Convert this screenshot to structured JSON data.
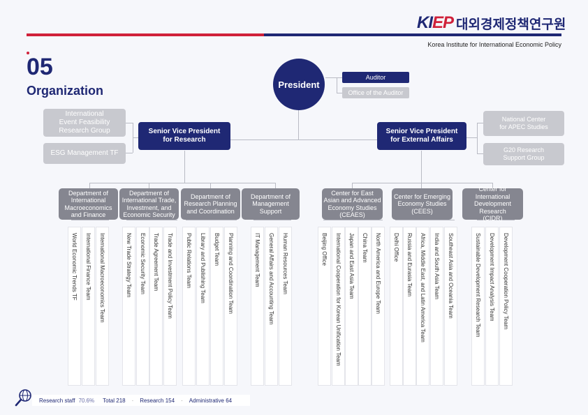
{
  "logo": {
    "mark_a": "KI",
    "mark_b": "EP",
    "korean": "대외경제정책연구원",
    "subtitle": "Korea Institute for International Economic Policy"
  },
  "section": {
    "number": "05",
    "title": "Organization"
  },
  "president": "President",
  "auditor": "Auditor",
  "office_auditor": "Office of the Auditor",
  "svp_research": "Senior Vice President\nfor Research",
  "svp_external": "Senior Vice President\nfor External Affairs",
  "left_side": {
    "event_group": "International\nEvent Feasibility\nResearch Group",
    "esg_tf": "ESG Management TF"
  },
  "right_side": {
    "apec": "National Center\nfor APEC Studies",
    "g20": "G20 Research\nSupport Group"
  },
  "departments": [
    {
      "name": "Department of\nInternational\nMacroeconomics\nand Finance",
      "teams": [
        "World Economic Trends TF",
        "International Finance Team",
        "International Macroeconomics Team"
      ]
    },
    {
      "name": "Department of\nInternational Trade,\nInvestment, and\nEconomic Security",
      "teams": [
        "New Trade Strategy Team",
        "Economic Security Team",
        "Trade Agreement Team",
        "Trade and Investment Policy Team"
      ]
    },
    {
      "name": "Department of\nResearch Planning\nand Coordination",
      "teams": [
        "Public Relations Team",
        "Library and Publishing Team",
        "Budget Team",
        "Planning and Coordination Team"
      ]
    },
    {
      "name": "Department of\nManagement\nSupport",
      "teams": [
        "IT Management Team",
        "General Affairs and Accounting Team",
        "Human Resources Team"
      ]
    },
    {
      "name": "Center for East\nAsian and Advanced\nEconomy Studies\n(CEAES)",
      "teams": [
        "Beijing Office",
        "International Cooperation for Korean Unification Team",
        "Japan and East Asia Team",
        "China Team",
        "North America and Europe Team"
      ]
    },
    {
      "name": "Center for Emerging\nEconomy Studies\n(CEES)",
      "teams": [
        "Delhi Office",
        "Russia and Eurasia Team",
        "Africa, Middle East, and Latin America Team",
        "India and South Asia Team",
        "Southeast Asia and Oceania Team"
      ]
    },
    {
      "name": "Center for\nInternational\nDevelopment Research\n(CIDR)",
      "teams": [
        "Sustainable Development Research Team",
        "Development Impact Analysis Team",
        "Development Cooperation Policy Team"
      ]
    }
  ],
  "footer": {
    "research_staff": "Research staff",
    "pct": "70.6%",
    "total": "Total 218",
    "sep": "·",
    "research": "Research 154",
    "administrative": "Administrative 64",
    "icon": "globe-search-icon"
  },
  "colors": {
    "navy": "#1f2874",
    "red": "#d0213a",
    "light_grey": "#c8c9cf",
    "dark_grey": "#858690"
  }
}
